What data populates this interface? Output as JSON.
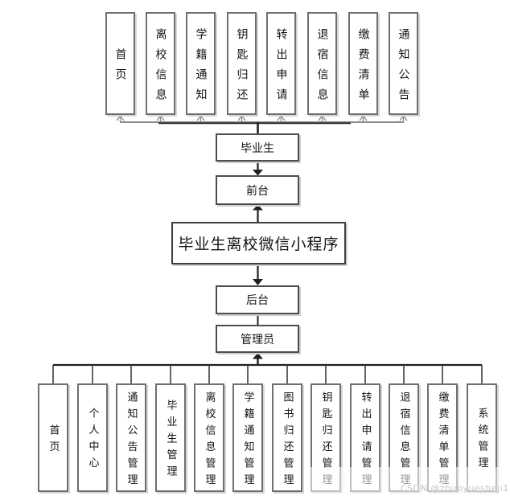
{
  "diagram": {
    "title": "毕业生离校微信小程序",
    "frontend": {
      "actor": "毕业生",
      "portal": "前台",
      "modules": [
        "首页",
        "离校信息",
        "学籍通知",
        "钥匙归还",
        "转出申请",
        "退宿信息",
        "缴费清单",
        "通知公告"
      ]
    },
    "backend": {
      "portal": "后台",
      "actor": "管理员",
      "modules": [
        "首页",
        "个人中心",
        "通知公告管理",
        "毕业生管理",
        "离校信息管理",
        "学籍通知管理",
        "图书归还管理",
        "钥匙归还管理",
        "转出申请管理",
        "退宿信息管理",
        "缴费清单管理",
        "系统管理"
      ]
    }
  },
  "watermark": "CSDN @zhuoyuesheji1",
  "colors": {
    "line_black": "#1f1f1f",
    "line_gray": "#8a8a8a",
    "box_border": "#6f6f6f",
    "text": "#141414",
    "watermark_text": "#c6c6cb",
    "background": "#ffffff"
  }
}
